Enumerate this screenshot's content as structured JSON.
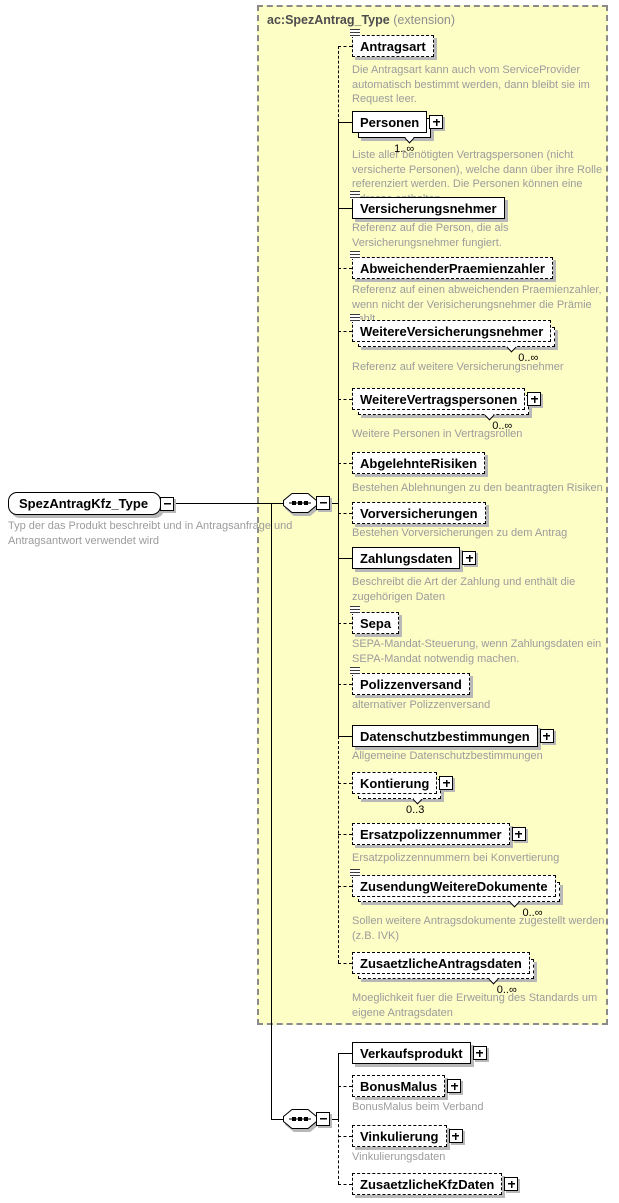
{
  "header": {
    "type_name": "ac:SpezAntrag_Type",
    "kind": "(extension)"
  },
  "root": {
    "name": "SpezAntragKfz_Type",
    "description": "Typ der das Produkt beschreibt und in Antragsanfrage und Antragsantwort verwendet wird"
  },
  "colors": {
    "panel_bg": "#FDFDC6",
    "panel_border": "#8A8A8A",
    "description_text": "#9C9C9C",
    "shadow": "#B8B8B8"
  },
  "icons": {
    "collapse_glyph": "minus-box",
    "expand_glyph": "plus-box",
    "compositor": "sequence"
  },
  "groups": [
    {
      "compositor": "sequence",
      "elements": [
        {
          "name": "Antragsart",
          "optional": true,
          "description": "Die Antragsart kann auch vom ServiceProvider automatisch bestimmt werden, dann bleibt sie im Request leer."
        },
        {
          "name": "Personen",
          "optional": false,
          "cardinality": "1..∞",
          "description": "Liste aller benötigten Vertragspersonen (nicht versicherte Personen), welche dann über ihre Rolle referenziert werden. Die Personen können eine Adresse enthalten."
        },
        {
          "name": "Versicherungsnehmer",
          "optional": false,
          "description": "Referenz auf die Person, die als Versicherungsnehmer fungiert."
        },
        {
          "name": "AbweichenderPraemienzahler",
          "optional": true,
          "description": "Referenz auf einen abweichenden Praemienzahler, wenn nicht der Verisicherungsnehmer die Prämie zahlt"
        },
        {
          "name": "WeitereVersicherungsnehmer",
          "optional": true,
          "cardinality": "0..∞",
          "description": "Referenz auf weitere Versicherungsnehmer"
        },
        {
          "name": "WeitereVertragspersonen",
          "optional": true,
          "cardinality": "0..∞",
          "description": "Weitere Personen in Vertragsrollen"
        },
        {
          "name": "AbgelehnteRisiken",
          "optional": true,
          "description": "Bestehen Ablehnungen zu den beantragten Risiken"
        },
        {
          "name": "Vorversicherungen",
          "optional": true,
          "description": "Bestehen Vorversicherungen zu dem Antrag"
        },
        {
          "name": "Zahlungsdaten",
          "optional": false,
          "description": "Beschreibt die Art der Zahlung und enthält die zugehörigen Daten"
        },
        {
          "name": "Sepa",
          "optional": true,
          "description": "SEPA-Mandat-Steuerung, wenn Zahlungsdaten ein SEPA-Mandat notwendig machen."
        },
        {
          "name": "Polizzenversand",
          "optional": true,
          "description": "alternativer Polizzenversand"
        },
        {
          "name": "Datenschutzbestimmungen",
          "optional": false,
          "description": "Allgemeine Datenschutzbestimmungen"
        },
        {
          "name": "Kontierung",
          "optional": true,
          "cardinality": "0..3"
        },
        {
          "name": "Ersatzpolizzennummer",
          "optional": true,
          "description": "Ersatzpolizzennummern bei Konvertierung"
        },
        {
          "name": "ZusendungWeitereDokumente",
          "optional": true,
          "cardinality": "0..∞",
          "description": "Sollen weitere Antragsdokumente zugestellt werden (z.B. IVK)"
        },
        {
          "name": "ZusaetzlicheAntragsdaten",
          "optional": true,
          "cardinality": "0..∞",
          "description": "Moeglichkeit fuer die Erweitung des Standards um eigene Antragsdaten"
        }
      ]
    },
    {
      "compositor": "sequence",
      "elements": [
        {
          "name": "Verkaufsprodukt",
          "optional": false
        },
        {
          "name": "BonusMalus",
          "optional": true,
          "description": "BonusMalus beim Verband"
        },
        {
          "name": "Vinkulierung",
          "optional": true,
          "description": "Vinkulierungsdaten"
        },
        {
          "name": "ZusaetzlicheKfzDaten",
          "optional": true
        }
      ]
    }
  ]
}
